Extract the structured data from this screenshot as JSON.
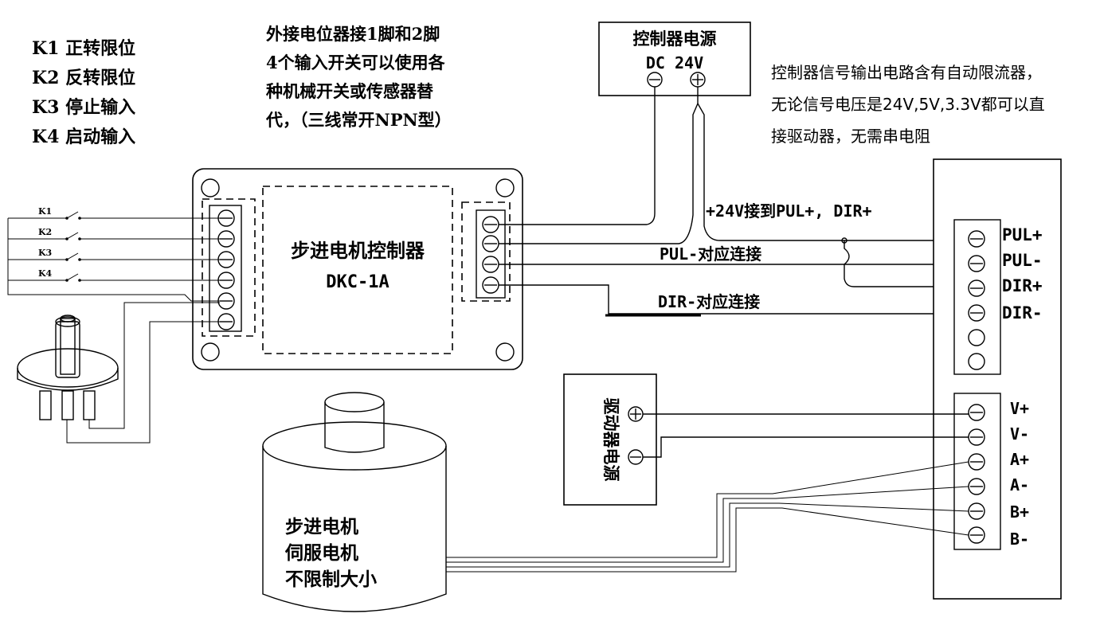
{
  "legend": {
    "k1": "K1  正转限位",
    "k2": "K2  反转限位",
    "k3": "K3  停止输入",
    "k4": "K4  启动输入"
  },
  "note_top": {
    "line1": "外接电位器接1脚和2脚",
    "line2": "4个输入开关可以使用各",
    "line3": "种机械开关或传感器替",
    "line4": "代，（三线常开NPN型）"
  },
  "controller_power": {
    "title": "控制器电源",
    "voltage": "DC  24V"
  },
  "note_right": {
    "line1": "控制器信号输出电路含有自动限流器，",
    "line2": "无论信号电压是24V,5V,3.3V都可以直",
    "line3": "接驱动器，无需串电阻"
  },
  "switches": [
    "K1",
    "K2",
    "K3",
    "K4"
  ],
  "controller": {
    "name": "步进电机控制器",
    "model": "DKC-1A"
  },
  "wire_labels": {
    "plus24": "+24V接到PUL+, DIR+",
    "pul_minus": "PUL-对应连接",
    "dir_minus": "DIR-对应连接"
  },
  "driver_signal_terminals": [
    "PUL+",
    "PUL-",
    "DIR+",
    "DIR-"
  ],
  "driver_power_terminals": [
    "V+",
    "V-",
    "A+",
    "A-",
    "B+",
    "B-"
  ],
  "driver_power_supply": {
    "title": "驱动器电源"
  },
  "motor": {
    "line1": "步进电机",
    "line2": "伺服电机",
    "line3": "不限制大小"
  }
}
